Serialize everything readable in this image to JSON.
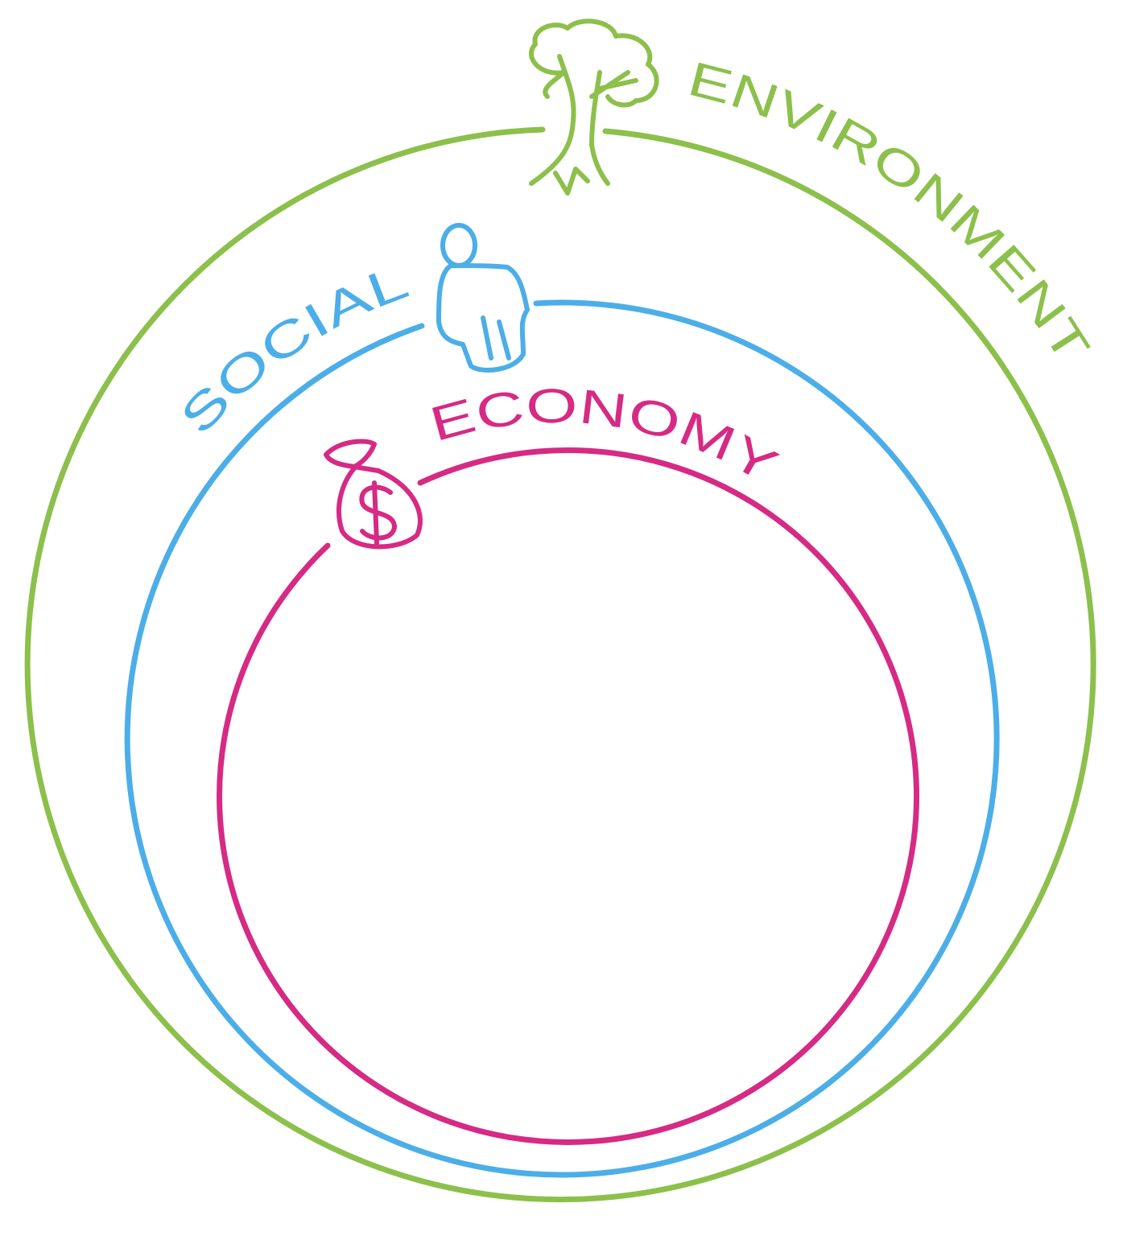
{
  "layers": [
    {
      "id": "environment",
      "label": "ENVIRONMENT",
      "color": "#8cc04b",
      "icon": "tree-icon"
    },
    {
      "id": "social",
      "label": "SOCIAL",
      "color": "#4baee8",
      "icon": "person-icon"
    },
    {
      "id": "economy",
      "label": "ECONOMY",
      "color": "#d62a84",
      "icon": "money-bag-icon"
    }
  ]
}
